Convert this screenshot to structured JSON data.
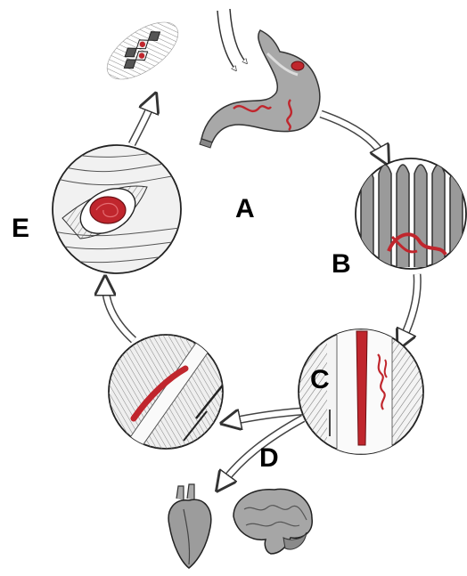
{
  "labels": {
    "a": "A",
    "b": "B",
    "c": "C",
    "d": "D",
    "e": "E"
  },
  "colors": {
    "parasite_red": "#c0262d",
    "tissue_gray": "#8e8e8e",
    "ink": "#1a1a1a",
    "background": "#ffffff"
  },
  "icons": [
    "cyst-in-meat-icon",
    "stomach-icon",
    "intestinal-villi-icon",
    "blood-vessel-larvae-icon",
    "muscle-fiber-larva-icon",
    "encysted-larva-icon",
    "heart-icon",
    "brain-icon"
  ]
}
